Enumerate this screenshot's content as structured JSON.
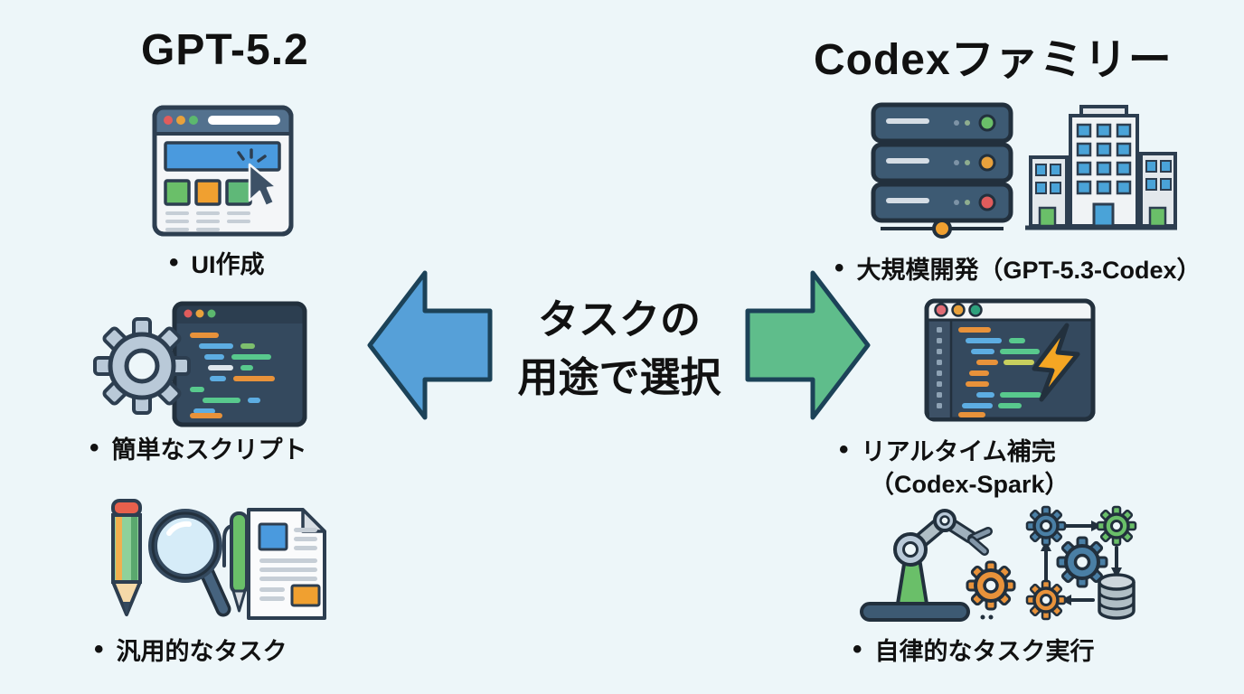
{
  "page": {
    "background": "#edf6f9"
  },
  "left": {
    "title": "GPT-5.2",
    "items": [
      {
        "bullet": "•",
        "label": "UI作成"
      },
      {
        "bullet": "•",
        "label": "簡単なスクリプト"
      },
      {
        "bullet": "•",
        "label": "汎用的なタスク"
      }
    ]
  },
  "right": {
    "title": "Codexファミリー",
    "items": [
      {
        "bullet": "•",
        "label": "大規模開発（GPT-5.3-Codex）"
      },
      {
        "bullet": "•",
        "label": "リアルタイム補完",
        "sublabel": "（Codex-Spark）"
      },
      {
        "bullet": "•",
        "label": "自律的なタスク実行"
      }
    ]
  },
  "center": {
    "line1": "タスクの",
    "line2": "用途で選択"
  },
  "colors": {
    "background": "#edf6f9",
    "text": "#111111",
    "left_arrow_fill": "#56a0d8",
    "right_arrow_fill": "#5fbd8b",
    "arrow_border": "#1c4258",
    "window_dark": "#34495e",
    "accent_blue": "#4a9ade",
    "accent_green": "#6abf69",
    "accent_orange": "#f0a030",
    "accent_red": "#e05c5c"
  }
}
